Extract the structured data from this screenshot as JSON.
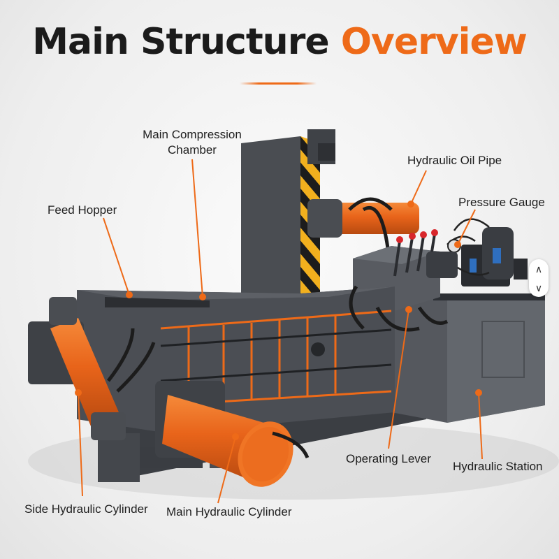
{
  "title": {
    "main": "Main Structure",
    "accent": "Overview"
  },
  "colors": {
    "accent": "#ee6a18",
    "machine_body": "#4a4d52",
    "frame_dark": "#3a3c40",
    "hazard_yellow": "#f2b01e"
  },
  "labels": {
    "main_compression_chamber_1": "Main Compression",
    "main_compression_chamber_2": "Chamber",
    "feed_hopper": "Feed Hopper",
    "hydraulic_oil_pipe": "Hydraulic Oil Pipe",
    "pressure_gauge": "Pressure Gauge",
    "operating_lever": "Operating Lever",
    "hydraulic_station": "Hydraulic Station",
    "side_hydraulic_cylinder": "Side Hydraulic Cylinder",
    "main_hydraulic_cylinder": "Main Hydraulic Cylinder"
  },
  "controls": {
    "up_icon": "chevron-up-icon",
    "down_icon": "chevron-down-icon"
  }
}
